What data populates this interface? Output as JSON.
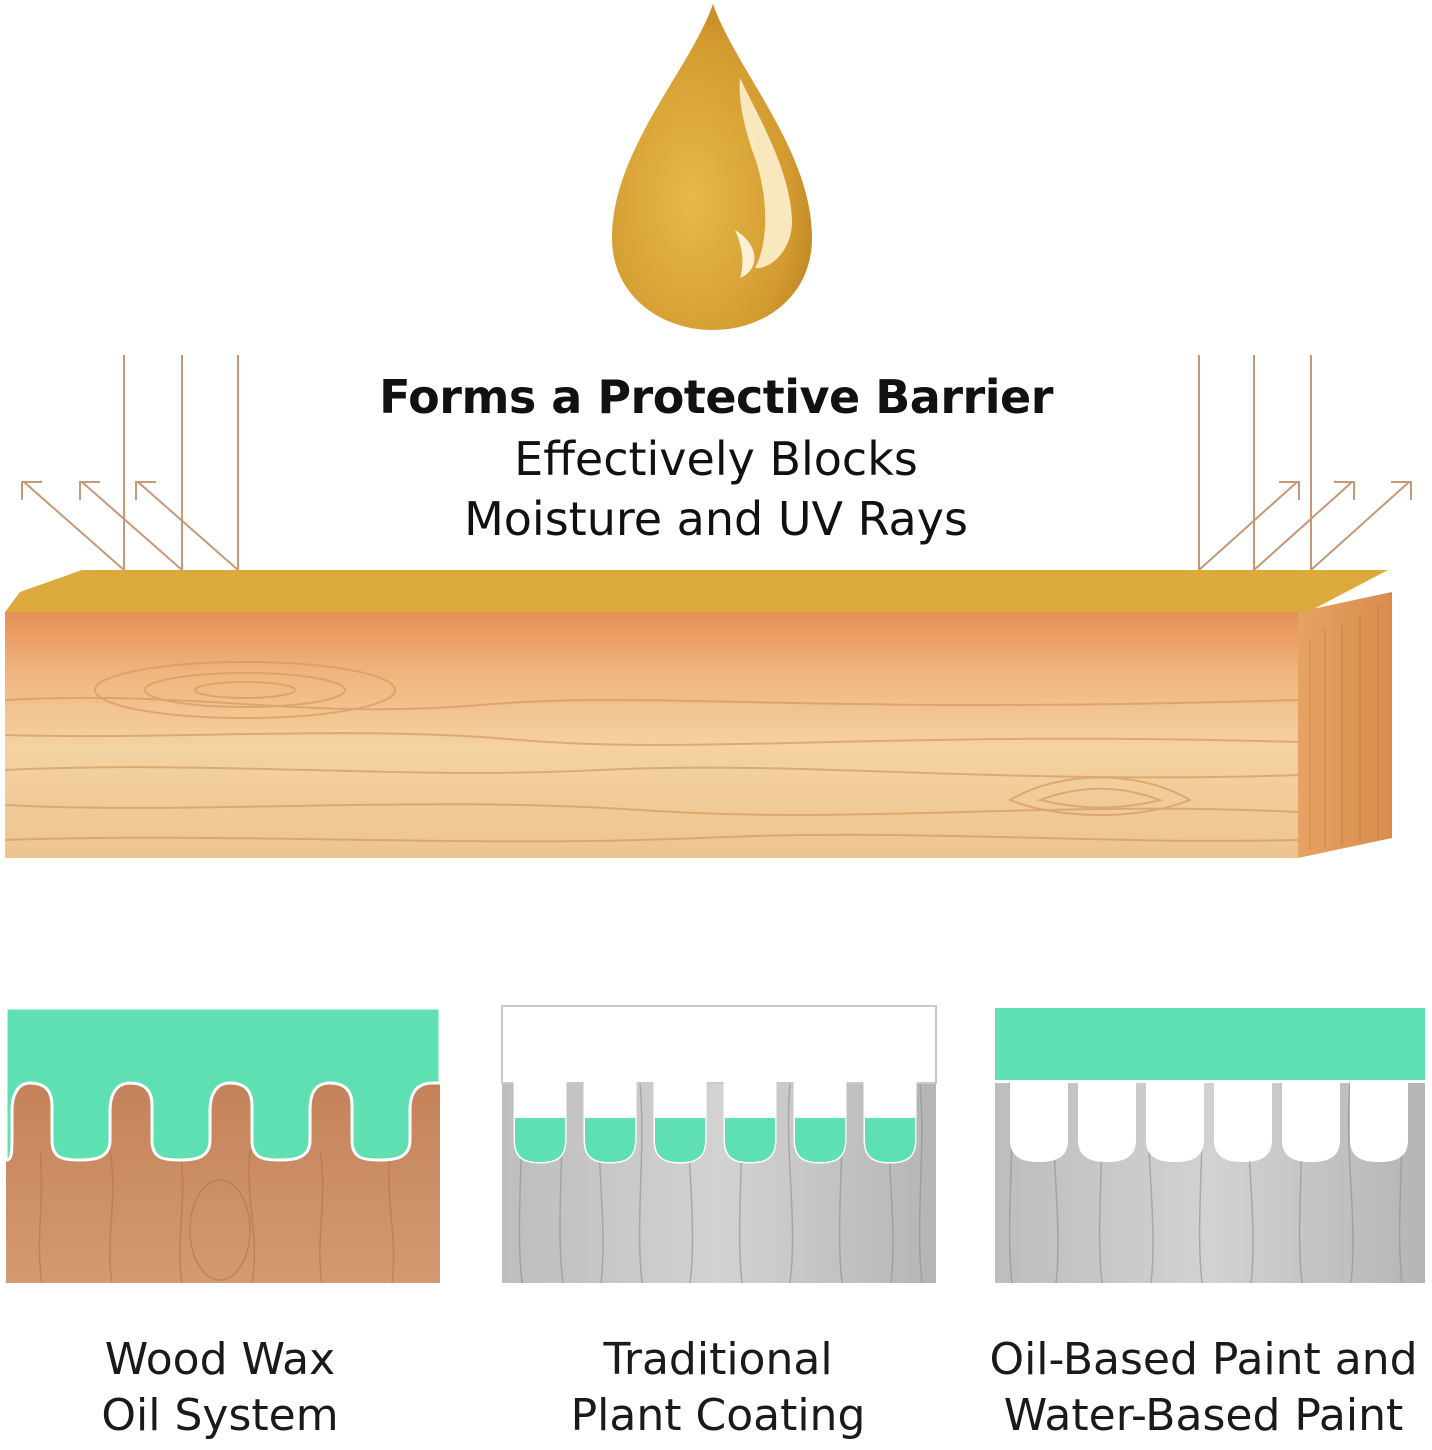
{
  "header": {
    "title": "Forms a Protective Barrier",
    "subtitle_line1": "Effectively Blocks",
    "subtitle_line2": "Moisture and UV Rays"
  },
  "colors": {
    "oil_drop": "#d9a53a",
    "barrier_film": "#dba93c",
    "wood_top": "#e59a5a",
    "wood_light": "#f2cf9c",
    "coating_green": "#5fe0b2",
    "arrow_line": "#c79878",
    "natural_wood": "#c98a5d",
    "grey_wood": "#b8b8b8"
  },
  "panels": [
    {
      "caption_line1": "Wood Wax",
      "caption_line2": "Oil System"
    },
    {
      "caption_line1": "Traditional",
      "caption_line2": "Plant Coating"
    },
    {
      "caption_line1": "Oil-Based Paint and",
      "caption_line2": "Water-Based Paint"
    }
  ]
}
